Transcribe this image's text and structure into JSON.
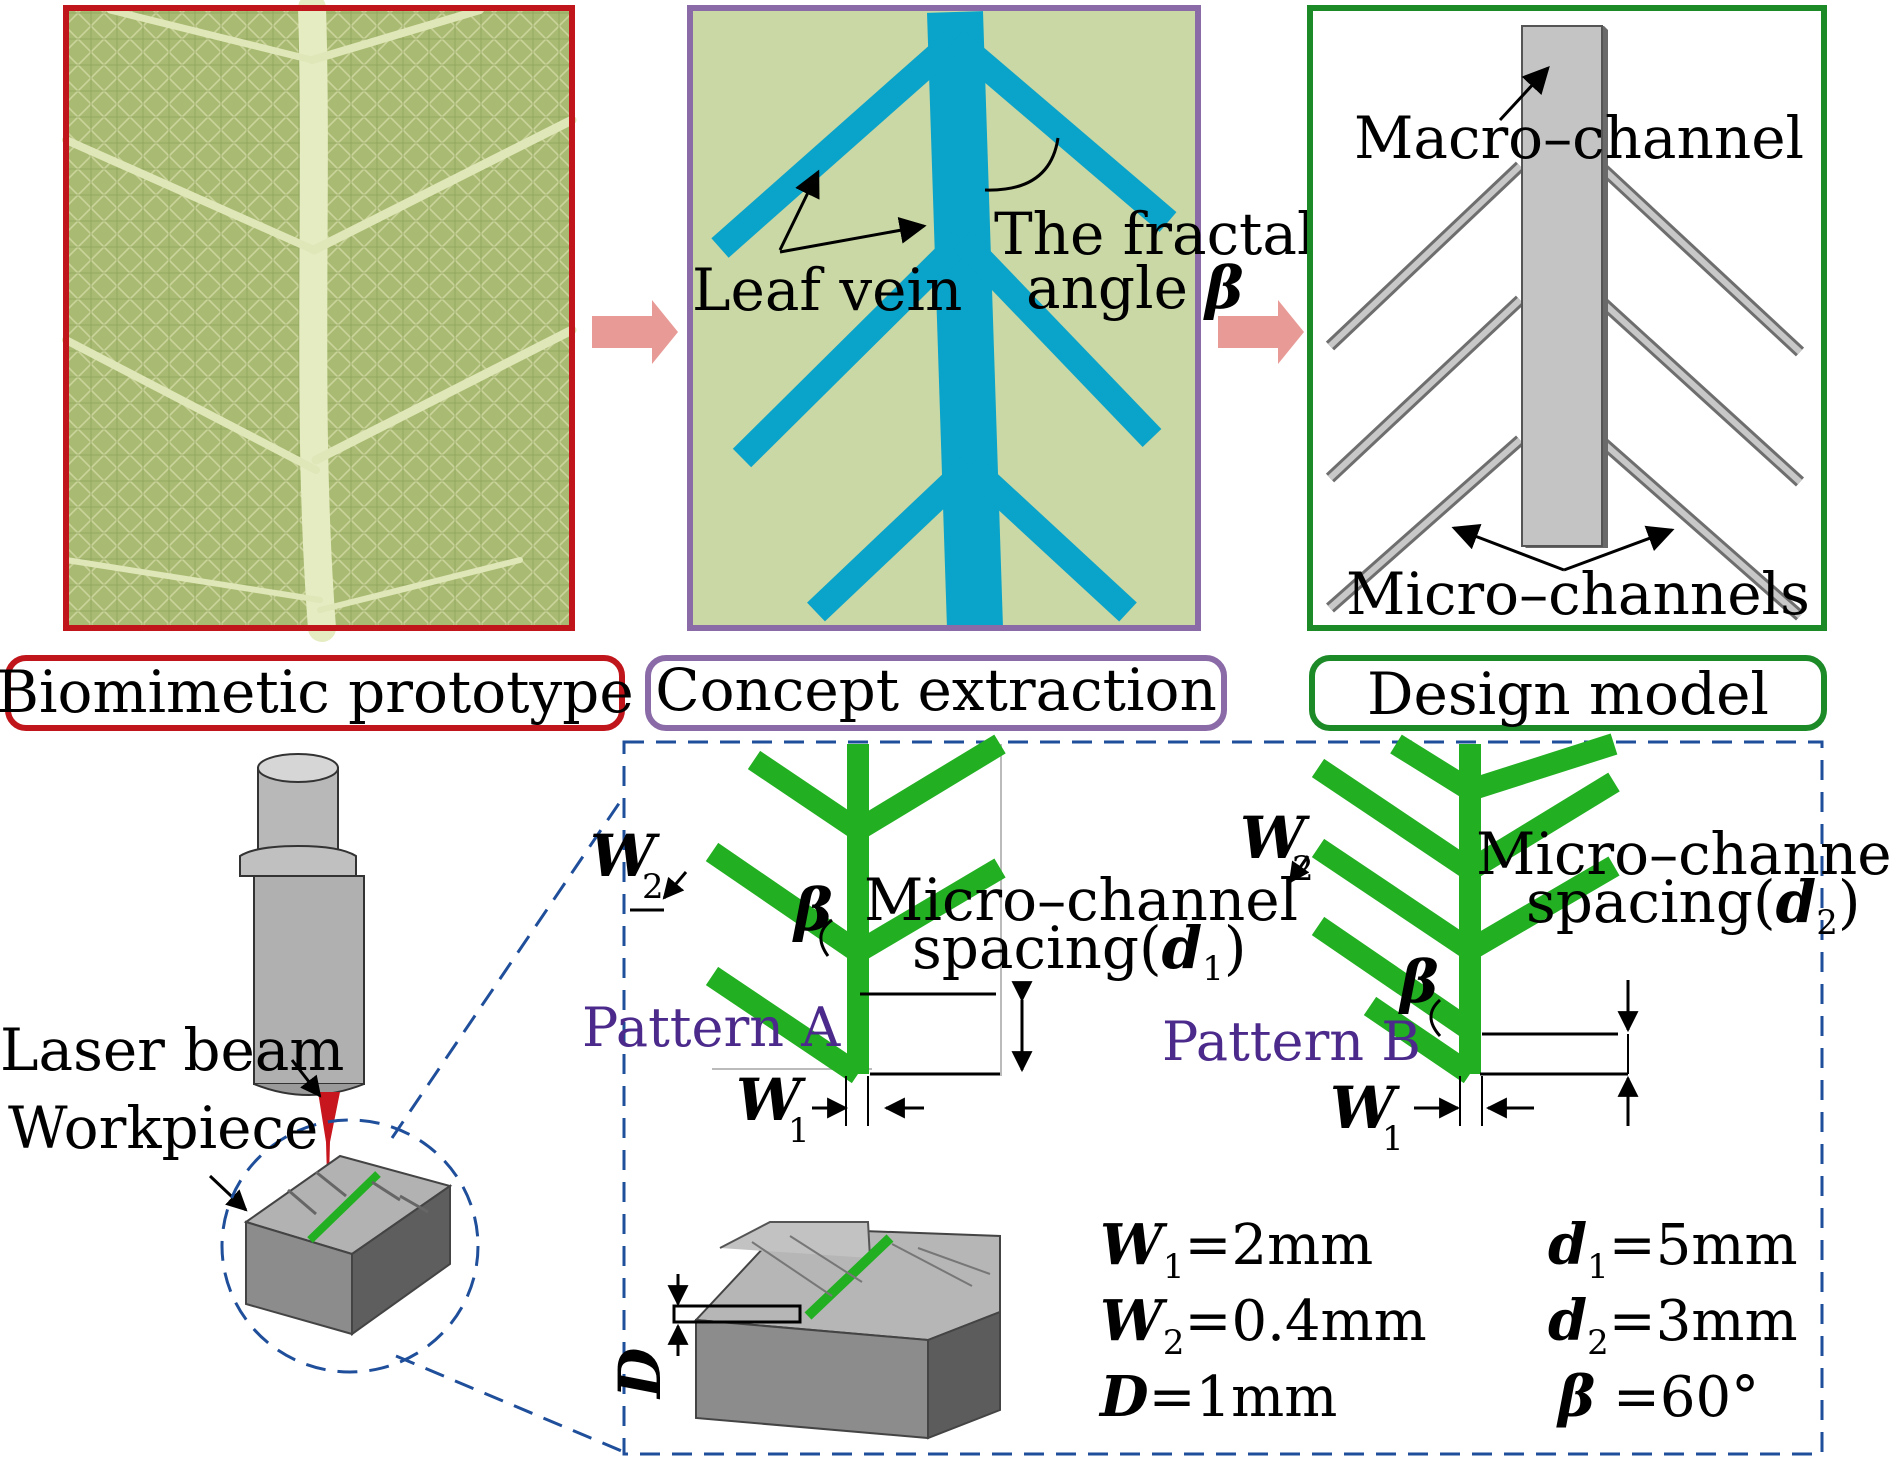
{
  "panels": {
    "biomimetic": {
      "caption": "Biomimetic prototype",
      "border_color": "#c0151b"
    },
    "concept": {
      "caption": "Concept extraction",
      "border_color": "#8a6aa7",
      "leaf_vein_label": "Leaf vein",
      "fractal_label_1": "The fractal",
      "fractal_label_2": "angle",
      "fractal_symbol": "β",
      "vein_color": "#0aa3c9",
      "bg_color": "#c9d8a5"
    },
    "design": {
      "caption": "Design model",
      "border_color": "#1c8a27",
      "macro_label": "Macro–channel",
      "micro_label": "Micro–channels"
    }
  },
  "process": {
    "laser_label": "Laser beam",
    "workpiece_label": "Workpiece"
  },
  "patterns": {
    "a": {
      "name": "Pattern A",
      "spacing_label_1": "Micro–channel",
      "spacing_label_2": "spacing(",
      "spacing_var": "d",
      "spacing_sub": "1",
      "spacing_end": ")",
      "w1_var": "W",
      "w1_sub": "1",
      "w2_var": "W",
      "w2_sub": "2",
      "beta": "β"
    },
    "b": {
      "name": "Pattern B",
      "spacing_label_1": "Micro–channel",
      "spacing_label_2": "spacing(",
      "spacing_var": "d",
      "spacing_sub": "2",
      "spacing_end": ")",
      "w1_var": "W",
      "w1_sub": "1",
      "w2_var": "W",
      "w2_sub": "2",
      "beta": "β"
    },
    "channel_color": "#22b022"
  },
  "parameters": {
    "w1": {
      "var": "W",
      "sub": "1",
      "value": "=2mm"
    },
    "w2": {
      "var": "W",
      "sub": "2",
      "value": "=0.4mm"
    },
    "D": {
      "var": "D",
      "value": "=1mm"
    },
    "d1": {
      "var": "d",
      "sub": "1",
      "value": "=5mm"
    },
    "d2": {
      "var": "d",
      "sub": "2",
      "value": "=3mm"
    },
    "beta": {
      "var": "β",
      "value": " =60°"
    }
  },
  "depth_label": "D"
}
